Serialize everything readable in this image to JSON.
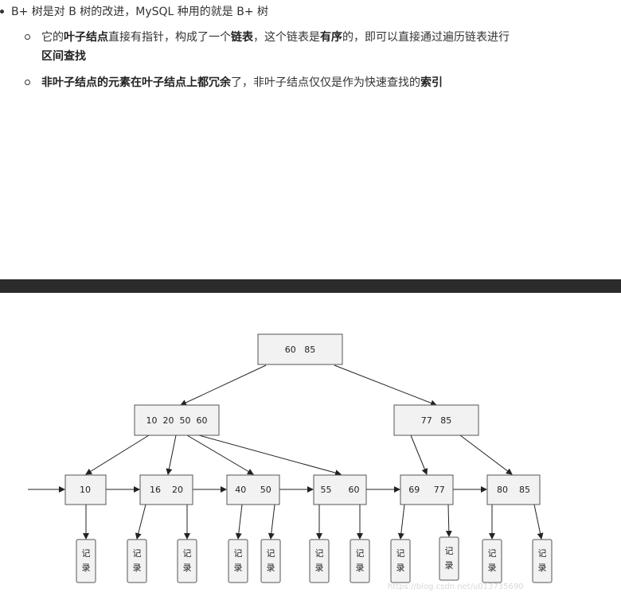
{
  "bullets": {
    "main": "B+ 树是对 B 树的改进，MySQL 种用的就是 B+ 树",
    "sub1": {
      "p1": "它的",
      "b1": "叶子结点",
      "p2": "直接有指针，构成了一个",
      "b2": "链表",
      "p3": "，这个链表是",
      "b3": "有序",
      "p4": "的，即可以直接通过遍历链表进行",
      "b4": "区间查找"
    },
    "sub2": {
      "b1": "非叶子结点的元素在叶子结点上都冗余",
      "p1": "了，非叶子结点仅仅是作为快速查找的",
      "b2": "索引"
    }
  },
  "diagram": {
    "root": "60   85",
    "internal_left": "10  20  50  60",
    "internal_right": "77   85",
    "leaves": [
      {
        "name": "leaf-10",
        "text": "10"
      },
      {
        "name": "leaf-16-20",
        "text": "16    20"
      },
      {
        "name": "leaf-40-50",
        "text": "40     50"
      },
      {
        "name": "leaf-55-60",
        "text": "55      60"
      },
      {
        "name": "leaf-69-77",
        "text": "69     77"
      },
      {
        "name": "leaf-80-85",
        "text": "80    85"
      }
    ],
    "record_top": "记",
    "record_bottom": "录",
    "watermark": "https://blog.csdn.net/u013735690"
  },
  "colors": {
    "node_fill": "#f2f2f2",
    "node_border": "#555555",
    "edge": "#222222",
    "dark_bar": "#2b2b2b"
  }
}
